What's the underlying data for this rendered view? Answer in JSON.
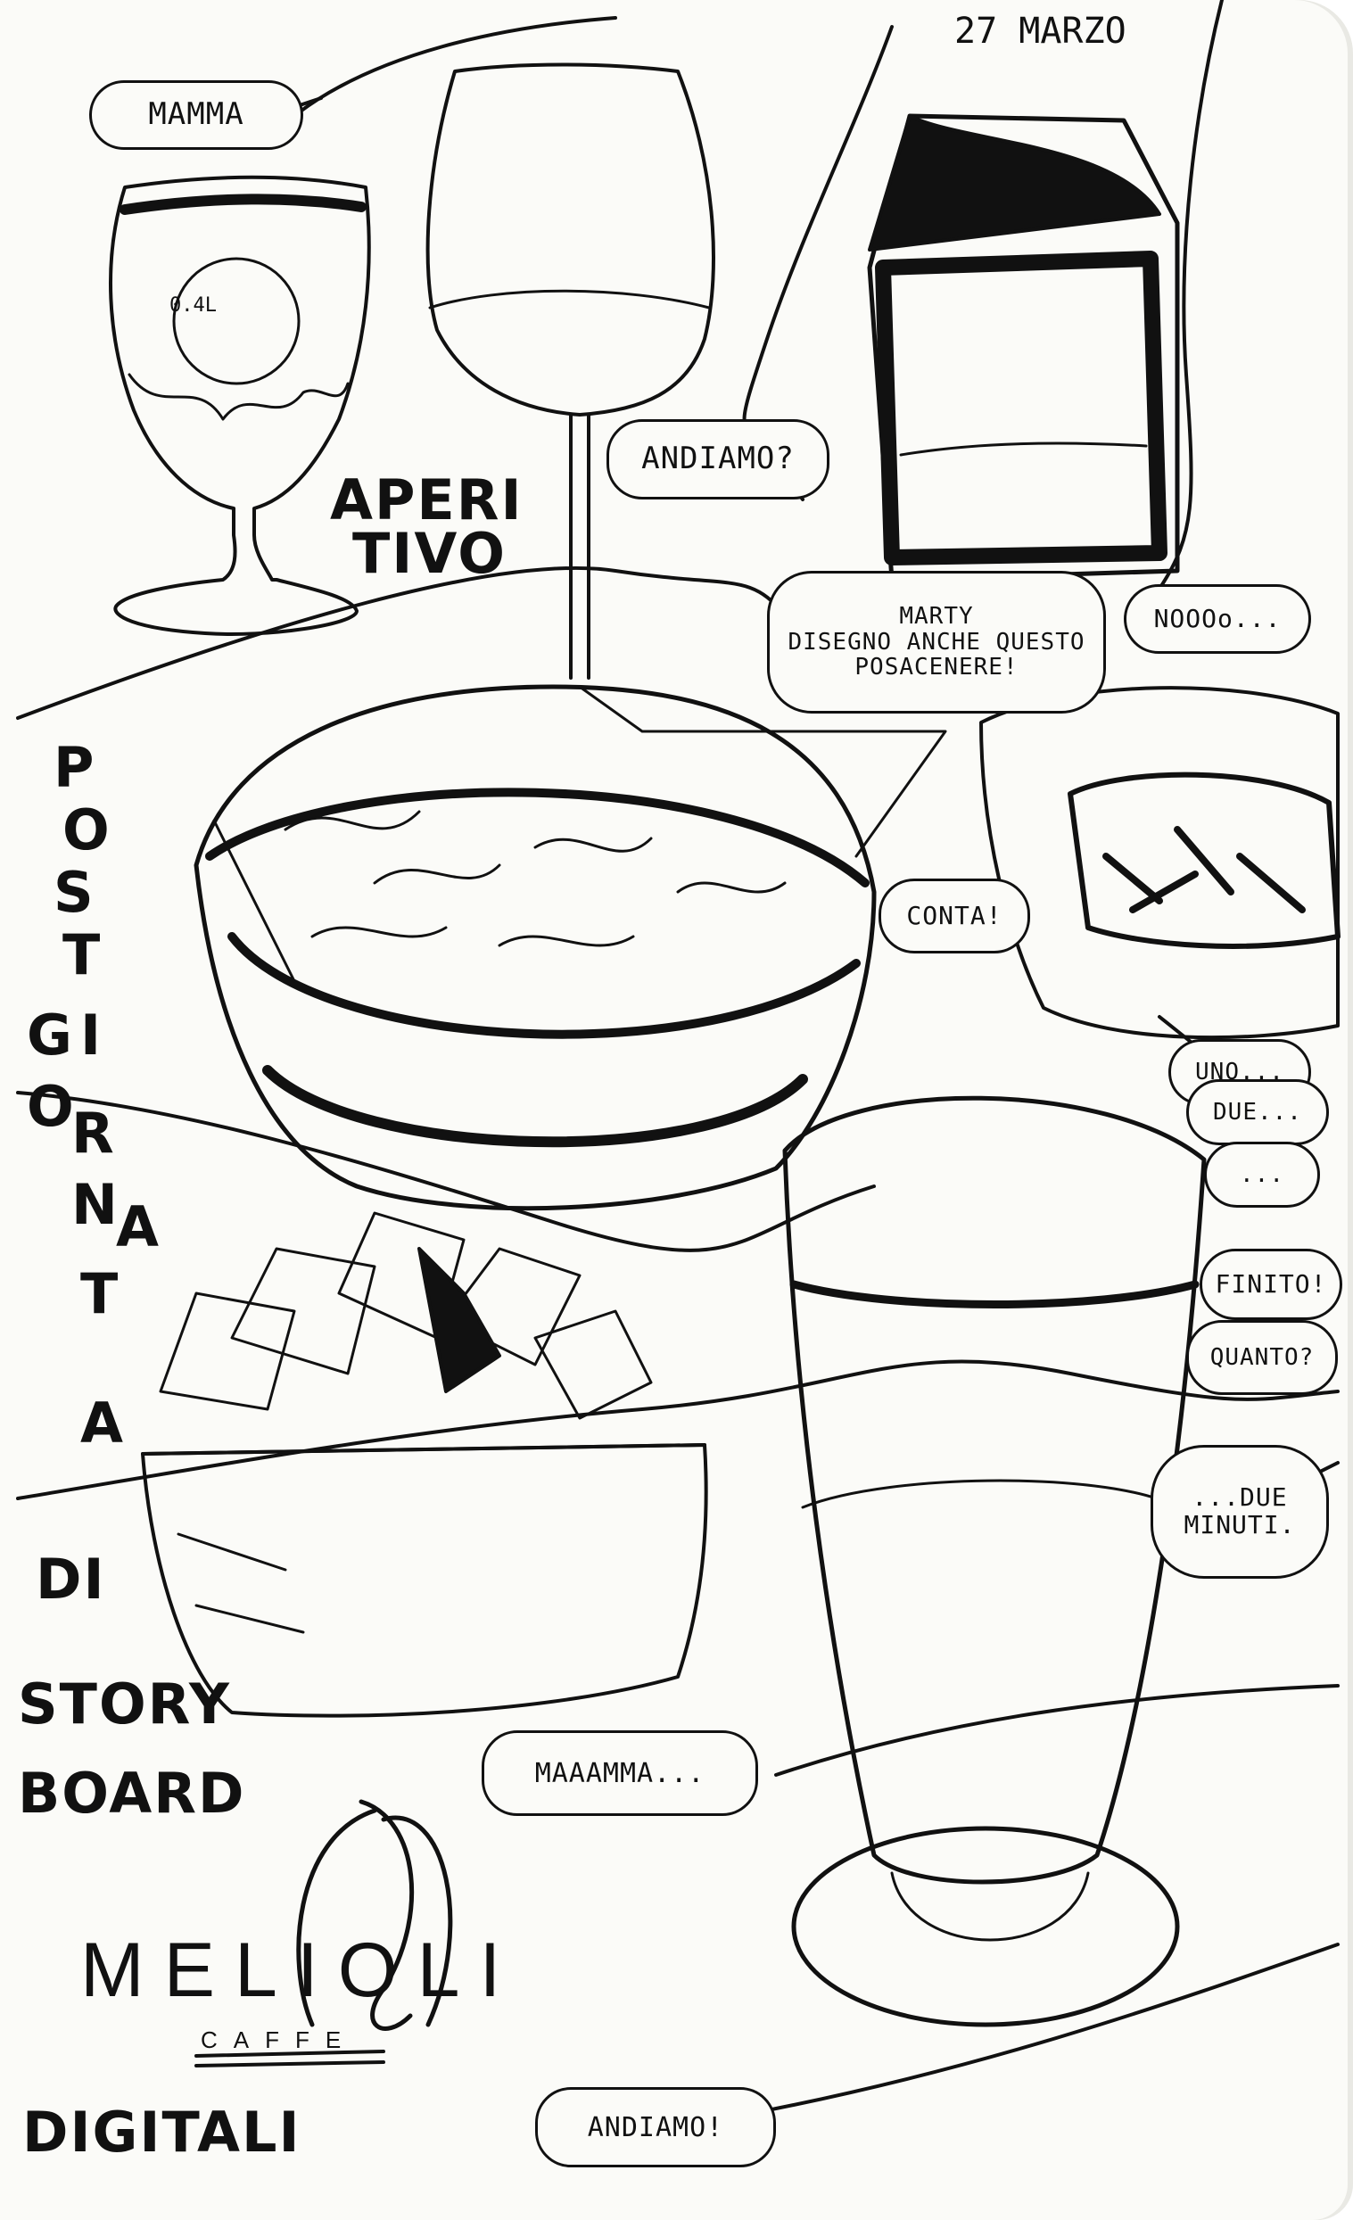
{
  "date": "27 MARZO",
  "headings": {
    "aperitivo_line1": "APERI",
    "aperitivo_line2": "TIVO",
    "post": [
      "P",
      "O",
      "S",
      "T"
    ],
    "giornata": [
      "G",
      "I",
      "O",
      "R",
      "N",
      "A",
      "T",
      "A"
    ],
    "di": "DI",
    "story": "STORY",
    "board": "BOARD",
    "digitali": "DIGITALI"
  },
  "glass_label": "0.4L",
  "bubbles": {
    "mamma": "MAMMA",
    "andiamo_top": "ANDIAMO?",
    "marty_line1": "MARTY",
    "marty_line2": "DISEGNO ANCHE QUESTO",
    "marty_line3": "POSACENERE!",
    "nooo": "NOOOo...",
    "conta": "CONTA!",
    "uno": "UNO...",
    "due": "DUE...",
    "dots": "...",
    "finito": "FINITO!",
    "quanto": "QUANTO?",
    "due_minuti_line1": "...DUE",
    "due_minuti_line2": "MINUTI.",
    "maaamma": "MAAAMMA...",
    "andiamo_bottom": "ANDIAMO!"
  },
  "logo": {
    "name": "MELIOLI",
    "sub": "CAFFE"
  }
}
